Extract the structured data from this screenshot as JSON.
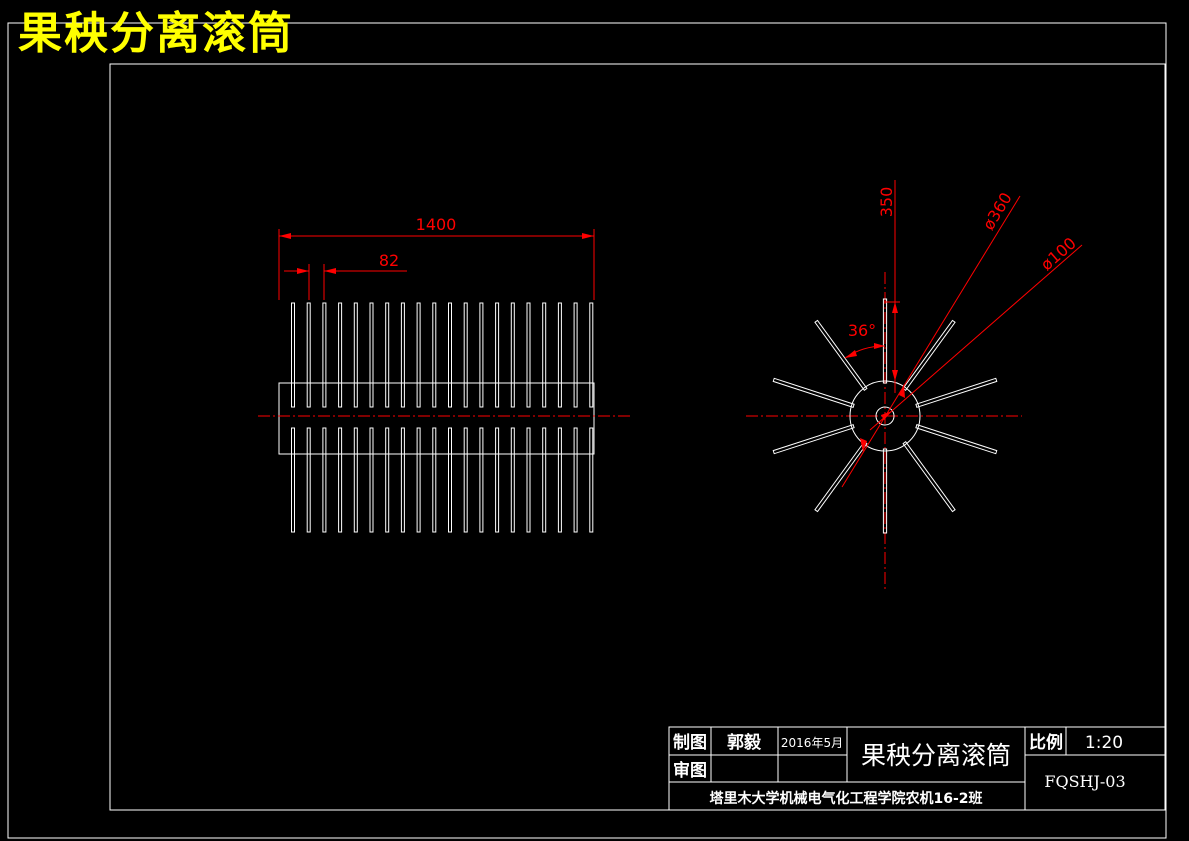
{
  "header": {
    "title": "果秧分离滚筒"
  },
  "front_view": {
    "dim_overall": "1400",
    "dim_pitch": "82"
  },
  "side_view": {
    "dim_radius": "350",
    "dim_outer_dia": "ø360",
    "dim_inner_dia": "ø100",
    "dim_angle": "36°"
  },
  "title_block": {
    "drawn_label": "制图",
    "drawn_name": "郭毅",
    "date": "2016年5月",
    "check_label": "审图",
    "part_name": "果秧分离滚筒",
    "scale_label": "比例",
    "scale_value": "1:20",
    "drawing_no": "FQSHJ-03",
    "institution": "塔里木大学机械电气化工程学院农机16-2班"
  },
  "colors": {
    "background": "#000000",
    "line": "#ffffff",
    "dimension": "#ff0000",
    "title": "#ffff00"
  }
}
